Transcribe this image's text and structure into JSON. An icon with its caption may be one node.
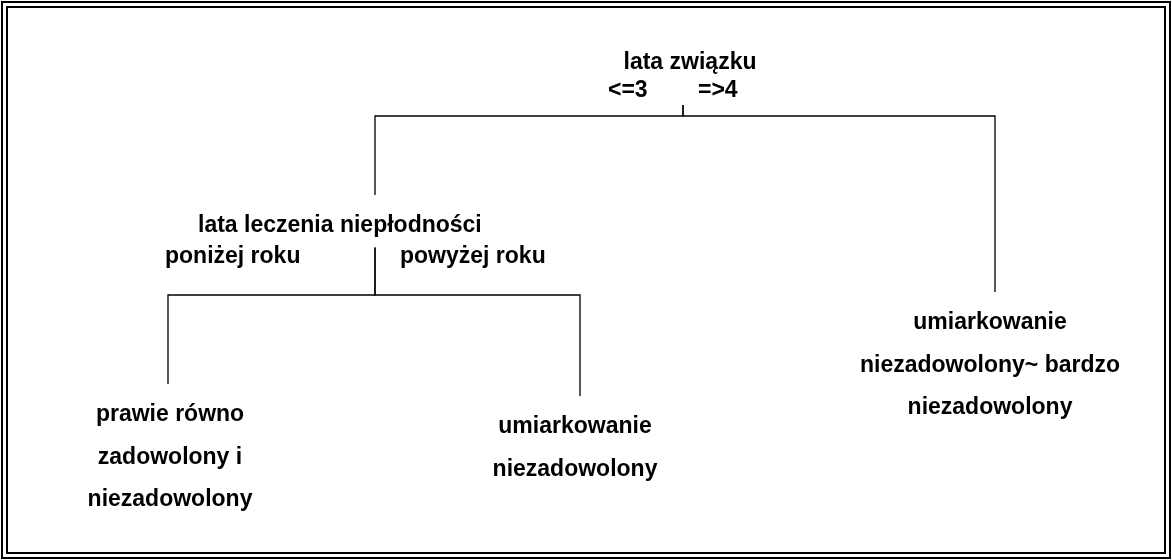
{
  "diagram": {
    "nodes": [
      {
        "text": [
          "lata związku"
        ]
      },
      {
        "text": [
          "lata leczenia niepłodności"
        ]
      },
      {
        "text": [
          "prawie równo zadowolony i niezadowolony"
        ]
      },
      {
        "text": [
          "umiarkowanie niezadowolony"
        ]
      },
      {
        "text": [
          "umiarkowanie niezadowolony~ bardzo niezadowolony"
        ]
      }
    ],
    "edges": [
      {
        "from": 0,
        "to": 1,
        "arrow": "none"
      },
      {
        "from": 0,
        "to": 4,
        "arrow": "none"
      },
      {
        "from": 1,
        "to": 2,
        "arrow": "none"
      },
      {
        "from": 1,
        "to": 3,
        "arrow": "none"
      }
    ],
    "labels": [
      "<=3",
      "=>4",
      "poniżej roku",
      "powyżej roku"
    ]
  }
}
